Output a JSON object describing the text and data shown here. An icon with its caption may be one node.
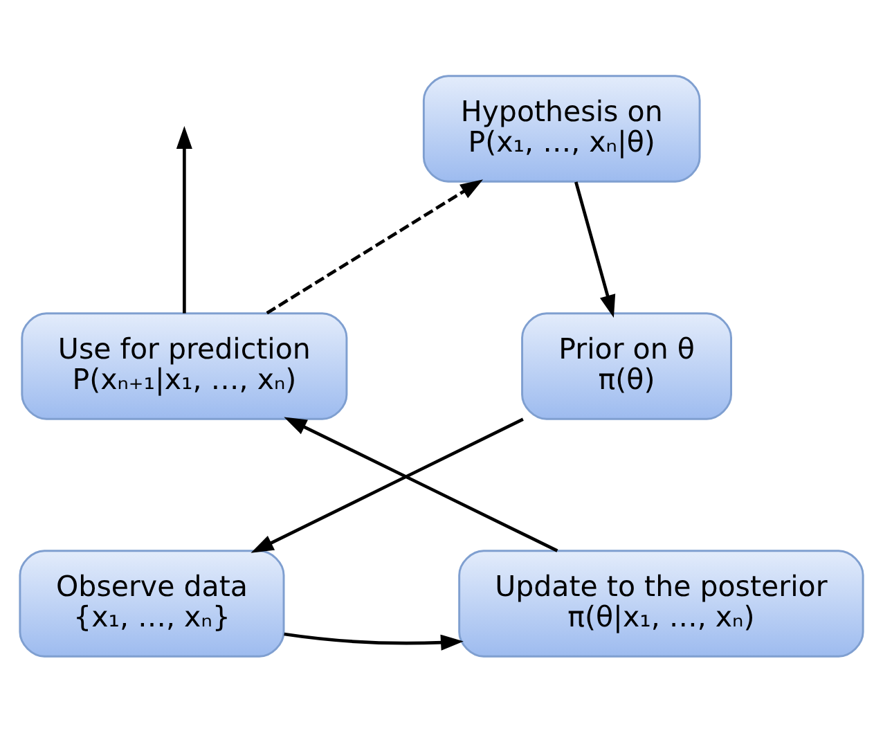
{
  "diagram": {
    "nodes": [
      {
        "text": [
          "Hypothesis on",
          "P(x₁, …, xₙ|θ)"
        ]
      },
      {
        "text": [
          "Prior on θ",
          "π(θ)"
        ]
      },
      {
        "text": [
          "Observe data",
          "{x₁, …, xₙ}"
        ]
      },
      {
        "text": [
          "Update to the posterior",
          "π(θ|x₁, …, xₙ)"
        ]
      },
      {
        "text": [
          "Use for prediction",
          "P(xₙ₊₁|x₁, …, xₙ)"
        ]
      }
    ],
    "edges": [
      {
        "from": 0,
        "to": 1,
        "arrow": "to"
      },
      {
        "from": 1,
        "to": 2,
        "arrow": "to"
      },
      {
        "from": 2,
        "to": 3,
        "arrow": "to"
      },
      {
        "from": 3,
        "to": 4,
        "arrow": "to"
      },
      {
        "from": 4,
        "to": 0,
        "arrow": "to",
        "style": "dashed"
      },
      {
        "from": 4,
        "to": null,
        "arrow": "to"
      }
    ]
  }
}
